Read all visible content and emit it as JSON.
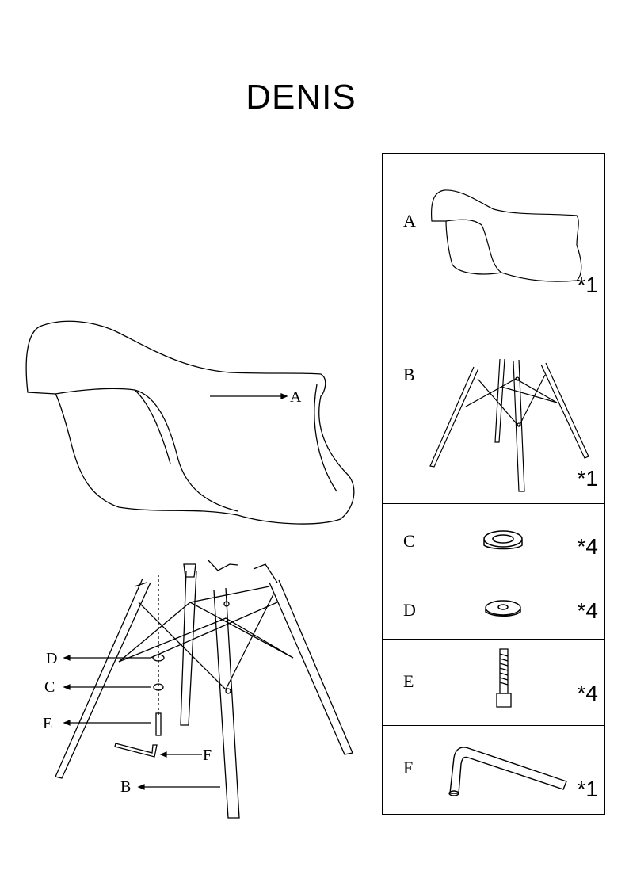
{
  "title": "DENIS",
  "parts": [
    {
      "label": "A",
      "qty": "*1",
      "icon": "chair-shell"
    },
    {
      "label": "B",
      "qty": "*1",
      "icon": "chair-base"
    },
    {
      "label": "C",
      "qty": "*4",
      "icon": "spring-washer"
    },
    {
      "label": "D",
      "qty": "*4",
      "icon": "flat-washer"
    },
    {
      "label": "E",
      "qty": "*4",
      "icon": "bolt"
    },
    {
      "label": "F",
      "qty": "*1",
      "icon": "allen-key"
    }
  ],
  "callouts": {
    "a": "A",
    "b": "B",
    "c": "C",
    "d": "D",
    "e": "E",
    "f": "F"
  }
}
